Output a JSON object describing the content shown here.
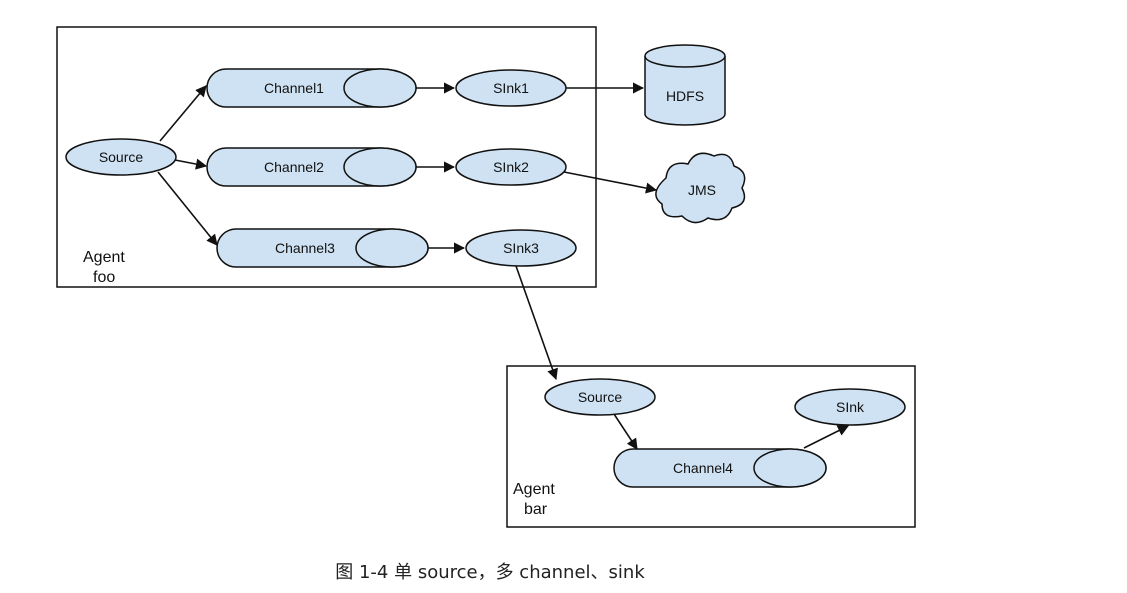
{
  "agent_foo": {
    "label_line1": "Agent",
    "label_line2": "foo",
    "source": "Source",
    "channel1": "Channel1",
    "channel2": "Channel2",
    "channel3": "Channel3",
    "sink1": "SInk1",
    "sink2": "SInk2",
    "sink3": "SInk3"
  },
  "external": {
    "hdfs": "HDFS",
    "jms": "JMS"
  },
  "agent_bar": {
    "label_line1": "Agent",
    "label_line2": "bar",
    "source": "Source",
    "channel4": "Channel4",
    "sink": "SInk"
  },
  "caption": "图 1-4  单 source，多 channel、sink",
  "colors": {
    "node_fill": "#cfe2f3",
    "stroke": "#111111"
  }
}
